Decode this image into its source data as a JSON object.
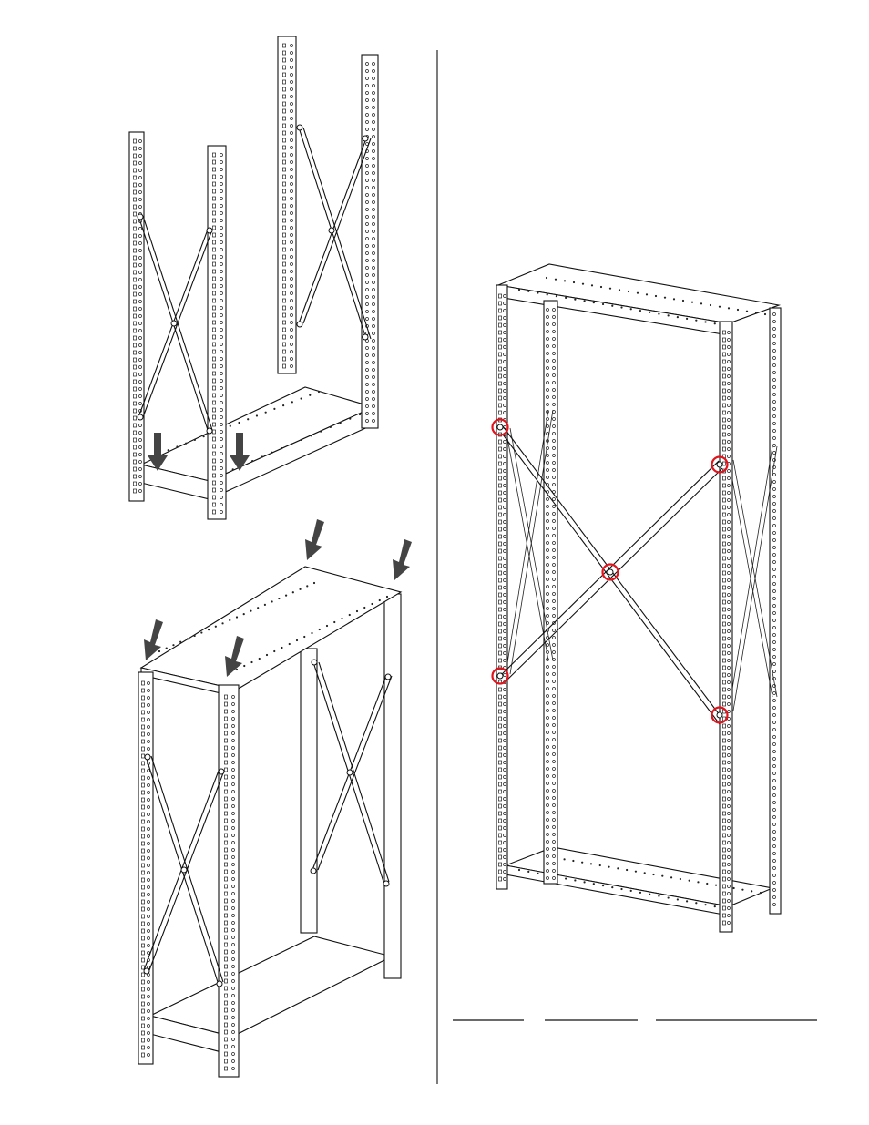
{
  "document": {
    "page_width_label": "",
    "figures": [
      {
        "name": "step-install-bottom-shelf",
        "arrows": 2
      },
      {
        "name": "step-install-top-shelf",
        "arrows": 4
      },
      {
        "name": "step-assembled-unit",
        "highlighted_bolts": 5
      }
    ],
    "highlight_color": "#e0141c",
    "arrow_color": "#444444",
    "signature_lines": [
      "",
      "",
      ""
    ]
  }
}
